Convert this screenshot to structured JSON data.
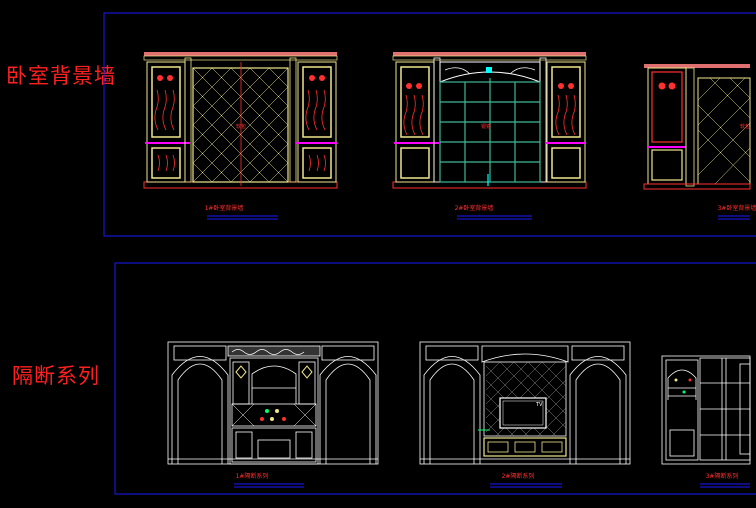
{
  "sections": {
    "bedroom": {
      "title": "卧室背景墙"
    },
    "partition": {
      "title": "隔断系列"
    }
  },
  "captions": {
    "b1": "1#卧室背景墙",
    "b2": "2#卧室背景墙",
    "b3": "3#卧室背景墙",
    "p1": "1#隔断系列",
    "p2": "2#隔断系列",
    "p3": "3#隔断系列"
  },
  "tags": {
    "b1": "软包",
    "b2": "银镜",
    "b3": "软包",
    "p2_tv": "TV"
  },
  "colors": {
    "background": "#000000",
    "frame": "#1a1aff",
    "title": "#ff2020",
    "drawing_yellow": "#f0e68c",
    "drawing_red": "#ff3030",
    "drawing_white": "#ffffff",
    "drawing_magenta": "#ff00ff",
    "drawing_teal": "#3cb89a",
    "drawing_cyan": "#00ffff"
  }
}
